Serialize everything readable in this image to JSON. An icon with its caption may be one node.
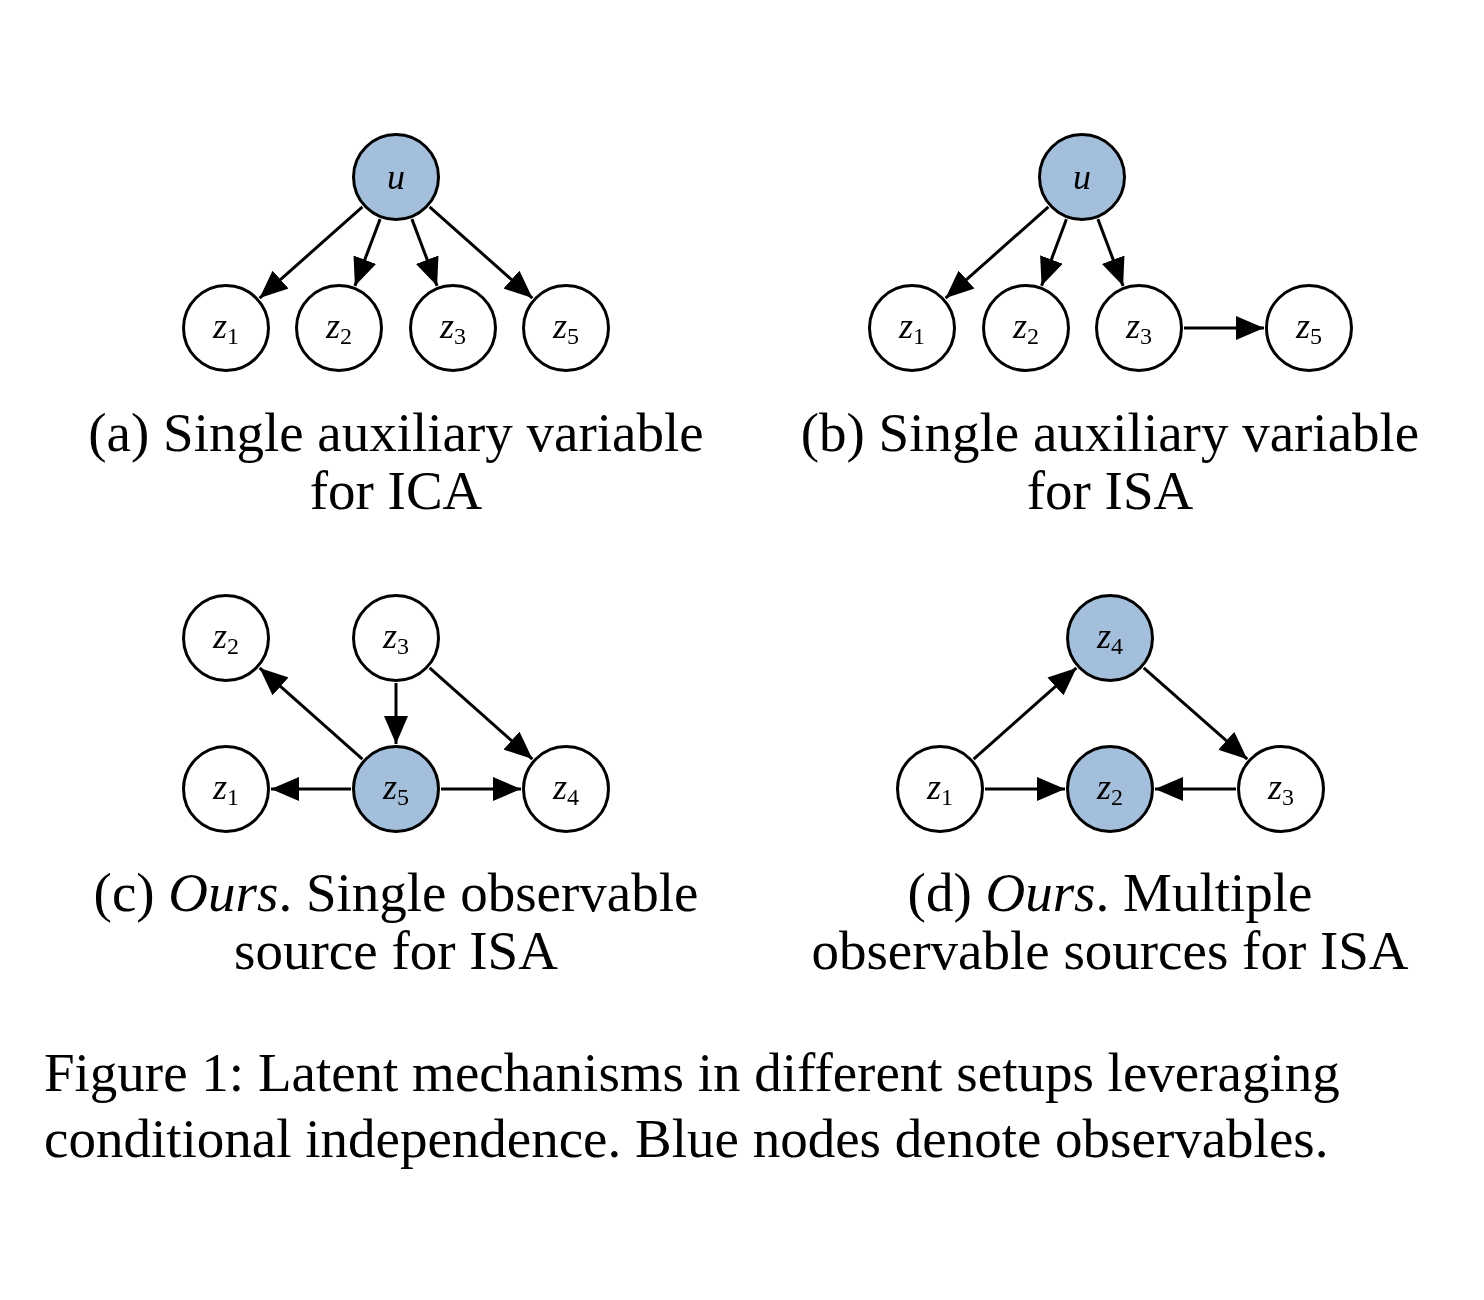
{
  "diagram": {
    "caption": "Figure 1: Latent mechanisms in different setups leveraging conditional independence. Blue nodes denote observables.",
    "nodes": [
      {
        "text": [
          "u"
        ]
      },
      {
        "text": [
          "z$_{1}$"
        ]
      },
      {
        "text": [
          "z$_{2}$"
        ]
      },
      {
        "text": [
          "z$_{3}$"
        ]
      },
      {
        "text": [
          "z$_{5}$"
        ]
      },
      {
        "text": [
          "u"
        ]
      },
      {
        "text": [
          "z$_{1}$"
        ]
      },
      {
        "text": [
          "z$_{2}$"
        ]
      },
      {
        "text": [
          "z$_{3}$"
        ]
      },
      {
        "text": [
          "z$_{5}$"
        ]
      },
      {
        "text": [
          "z$_{2}$"
        ]
      },
      {
        "text": [
          "z$_{3}$"
        ]
      },
      {
        "text": [
          "z$_{1}$"
        ]
      },
      {
        "text": [
          "z$_{5}$"
        ]
      },
      {
        "text": [
          "z$_{4}$"
        ]
      },
      {
        "text": [
          "z$_{4}$"
        ]
      },
      {
        "text": [
          "z$_{1}$"
        ]
      },
      {
        "text": [
          "z$_{2}$"
        ]
      },
      {
        "text": [
          "z$_{3}$"
        ]
      }
    ],
    "edges": [
      {
        "from": 0,
        "to": 1,
        "arrow": "to"
      },
      {
        "from": 0,
        "to": 2,
        "arrow": "to"
      },
      {
        "from": 0,
        "to": 3,
        "arrow": "to"
      },
      {
        "from": 0,
        "to": 4,
        "arrow": "to"
      },
      {
        "from": 5,
        "to": 6,
        "arrow": "to"
      },
      {
        "from": 5,
        "to": 7,
        "arrow": "to"
      },
      {
        "from": 5,
        "to": 8,
        "arrow": "to"
      },
      {
        "from": 8,
        "to": 9,
        "arrow": "to"
      },
      {
        "from": 13,
        "to": 10,
        "arrow": "to"
      },
      {
        "from": 11,
        "to": 13,
        "arrow": "to"
      },
      {
        "from": 11,
        "to": 14,
        "arrow": "to"
      },
      {
        "from": 13,
        "to": 12,
        "arrow": "to"
      },
      {
        "from": 13,
        "to": 14,
        "arrow": "to"
      },
      {
        "from": 16,
        "to": 15,
        "arrow": "to"
      },
      {
        "from": 15,
        "to": 18,
        "arrow": "to"
      },
      {
        "from": 16,
        "to": 17,
        "arrow": "to"
      },
      {
        "from": 18,
        "to": 17,
        "arrow": "to"
      }
    ],
    "labels": [
      "(a) Single auxiliary variable for ICA",
      "(b) Single auxiliary variable for ISA",
      "(c) *Ours*. Single observable source for ISA",
      "(d) *Ours*. Multiple observable sources for ISA"
    ]
  }
}
